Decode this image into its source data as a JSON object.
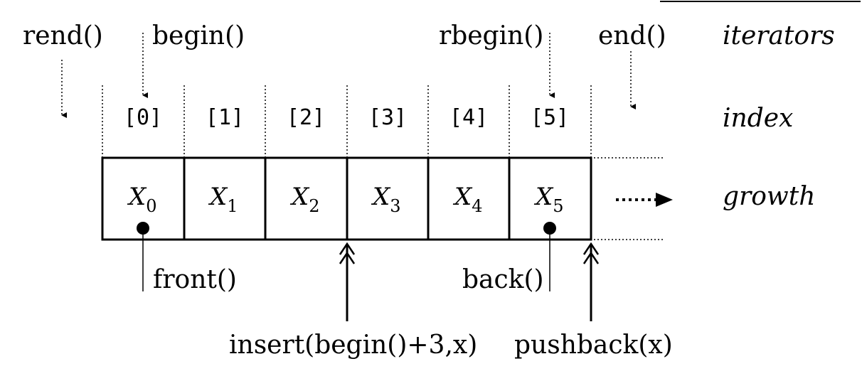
{
  "iterators": {
    "rend": "rend()",
    "begin": "begin()",
    "rbegin": "rbegin()",
    "end": "end()"
  },
  "row_labels": {
    "iterators": "iterators",
    "index": "index",
    "growth": "growth"
  },
  "indices": [
    "[0]",
    "[1]",
    "[2]",
    "[3]",
    "[4]",
    "[5]"
  ],
  "cells": [
    {
      "base": "X",
      "sub": "0"
    },
    {
      "base": "X",
      "sub": "1"
    },
    {
      "base": "X",
      "sub": "2"
    },
    {
      "base": "X",
      "sub": "3"
    },
    {
      "base": "X",
      "sub": "4"
    },
    {
      "base": "X",
      "sub": "5"
    }
  ],
  "accessors": {
    "front": "front()",
    "back": "back()"
  },
  "operations": {
    "insert": "insert(begin()+3,x)",
    "pushback": "pushback(x)"
  }
}
